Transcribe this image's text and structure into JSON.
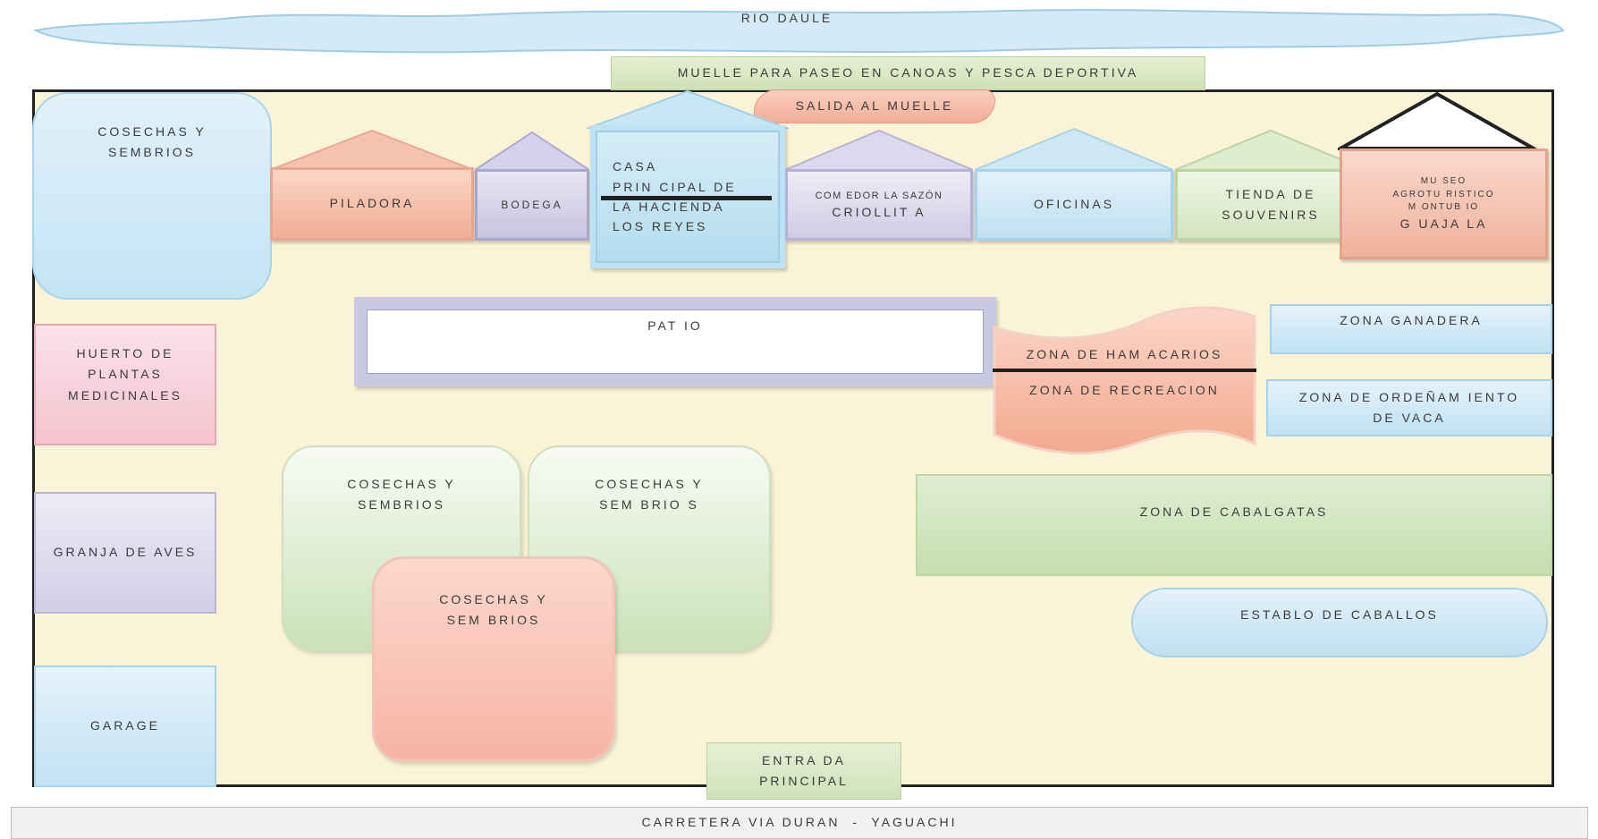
{
  "river": {
    "label": "RIO DAULE"
  },
  "muelle": {
    "label": "MUELLE PARA PASEO EN CANOAS Y PESCA DEPORTIVA"
  },
  "salida": {
    "label": "SALIDA AL MUELLE"
  },
  "zones": {
    "cosechas_top_left": [
      "COSECHAS Y",
      "SEMBRIOS"
    ],
    "piladora": "PILADORA",
    "bodega": "BODEGA",
    "casa_principal": [
      "CASA",
      "PRIN CIPAL DE",
      "LA HACIENDA",
      "LOS REYES"
    ],
    "comedor": [
      "COM EDOR LA SAZÓN",
      "CRIOLLIT A"
    ],
    "oficinas": "OFICINAS",
    "tienda": [
      "TIENDA DE",
      "SOUVENIRS"
    ],
    "museo": [
      "MU SEO",
      "AGROTU RISTICO",
      "M ONTUB IO",
      "G UAJA LA"
    ],
    "patio": "PAT IO",
    "hamacarios": "ZONA DE HAM ACARIOS",
    "recreacion": "ZONA DE RECREACION",
    "ganadera": "ZONA GANADERA",
    "ordenamiento": [
      "ZONA DE ORDEÑAM IENTO",
      "DE VACA"
    ],
    "huerto": [
      "HUERTO DE",
      "PLANTAS",
      "MEDICINALES"
    ],
    "granja": "GRANJA DE AVES",
    "garage": "GARAGE",
    "cosechas_a": [
      "COSECHAS Y",
      "SEMBRIOS"
    ],
    "cosechas_b": [
      "COSECHAS Y",
      "SEM BRIO S"
    ],
    "cosechas_c": [
      "COSECHAS Y",
      "SEM BRIOS"
    ],
    "cabalgatas": "ZONA DE CABALGATAS",
    "establo": "ESTABLO DE CABALLOS",
    "entrada": [
      "ENTRA DA",
      "PRINCIPAL"
    ]
  },
  "road": {
    "label": "CARRETERA VIA DURAN  -  YAGUACHI"
  },
  "colors": {
    "ground": "#fbf3d7",
    "outline": "#222222",
    "blue": "#c3e4f5",
    "green": "#cfe1b7",
    "salmon": "#f0ae96",
    "lavender": "#c6c4e0",
    "pink": "#f4c3cf"
  }
}
